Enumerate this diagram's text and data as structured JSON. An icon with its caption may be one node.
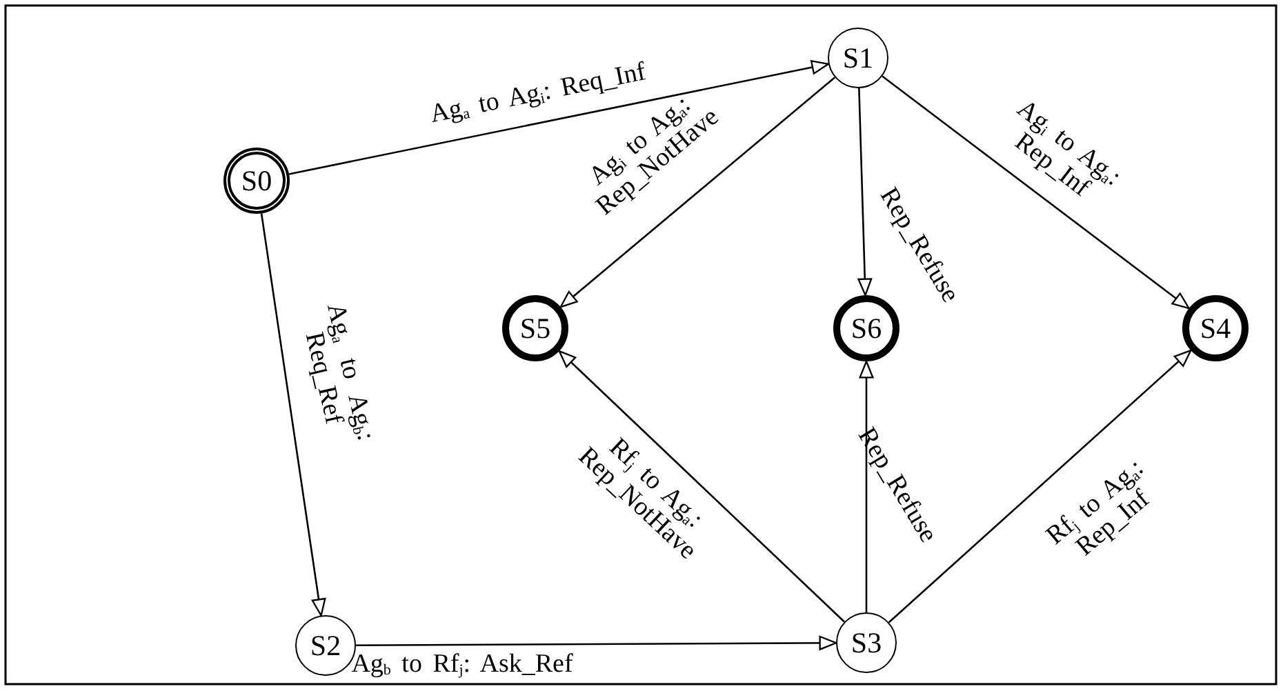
{
  "diagram": {
    "nodes": [
      {
        "text": [
          "S0"
        ]
      },
      {
        "text": [
          "S1"
        ]
      },
      {
        "text": [
          "S2"
        ]
      },
      {
        "text": [
          "S3"
        ]
      },
      {
        "text": [
          "S4"
        ]
      },
      {
        "text": [
          "S5"
        ]
      },
      {
        "text": [
          "S6"
        ]
      }
    ],
    "edges": [
      {
        "from": 0,
        "to": 1,
        "arrow": "to",
        "label": "Ag$_{a}$ to Ag$_{i}$: Req_Inf"
      },
      {
        "from": 1,
        "to": 5,
        "arrow": "to",
        "label": "Ag$_{i}$ to Ag$_{a}$: Rep_NotHave"
      },
      {
        "from": 1,
        "to": 6,
        "arrow": "to",
        "label": "Rep_Refuse"
      },
      {
        "from": 1,
        "to": 4,
        "arrow": "to",
        "label": "Ag$_{i}$ to Ag$_{a}$: Rep_Inf"
      },
      {
        "from": 0,
        "to": 2,
        "arrow": "to",
        "label": "Ag$_{a}$ to Ag$_{b}$: Req_Ref"
      },
      {
        "from": 2,
        "to": 3,
        "arrow": "to",
        "label": "Ag$_{b}$ to Rf$_{j}$: Ask_Ref"
      },
      {
        "from": 3,
        "to": 5,
        "arrow": "to",
        "label": "Rf$_{j}$ to Ag$_{a}$: Rep_NotHave"
      },
      {
        "from": 3,
        "to": 6,
        "arrow": "to",
        "label": "Rep_Refuse"
      },
      {
        "from": 3,
        "to": 4,
        "arrow": "to",
        "label": "Rf$_{j}$ to Ag$_{a}$: Rep_Inf"
      }
    ]
  }
}
